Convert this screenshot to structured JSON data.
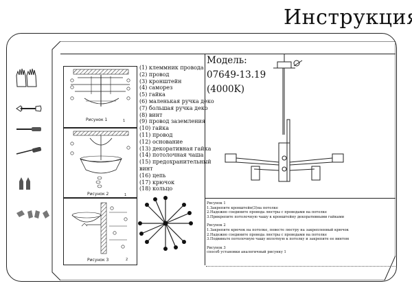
{
  "header": {
    "title": "Инструкция"
  },
  "figures": {
    "fig1": {
      "label": "Рисунок 1",
      "num": "1"
    },
    "fig2": {
      "label": "Рисунок 2",
      "num": "1"
    },
    "fig3": {
      "label": "Рисунок 3",
      "num": "2"
    }
  },
  "parts": [
    "(1) клеммник провода",
    "(2) провод",
    "(3) кронштейн",
    "(4) саморез",
    "(5) гайка",
    "(6) маленькая ручка деко",
    "(7) большая ручка деко",
    "(8) винт",
    "(9) провод заземления",
    "(10) гайка",
    "(11) провод",
    "(12) основание",
    "(13) декоративная гайка",
    "(14) потолочная чаша",
    "(15) предохранительный",
    "винт",
    "(16) цепь",
    "(17) крючок",
    "(18) кольцо"
  ],
  "model": {
    "label": "Модель:",
    "number": "07649-13.19",
    "temp": "(4000K)"
  },
  "steps": {
    "fig1_title": "Рисунок 1",
    "fig1_lines": [
      "1.Закрепите кронштейн(3)на потолке",
      "2.Надежно соедините провода люстры с проводами на потолке",
      "3.Прикрепите потолочную чашу к кронштейну декоративными гайками"
    ],
    "fig2_title": "Рисунок 2",
    "fig2_lines": [
      "1.Закрепите крючок на потолке, повесте люстру на закрепленный крючок",
      "2.Надежно соедините провода люстры с проводами на потолке",
      "3.Подвиньте потолочную чашу вплотную к потолку и закрепите ее винтом"
    ],
    "fig3_title": "Рисунок 3",
    "fig3_lines": [
      "способ установки аналогичный рисунку 1"
    ]
  }
}
